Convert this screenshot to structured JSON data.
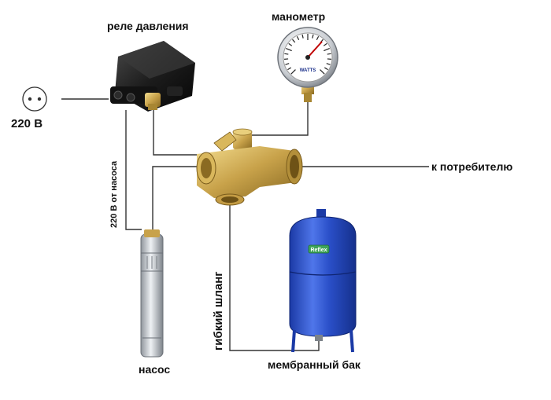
{
  "labels": {
    "pressure_switch": "реле давления",
    "manometer": "манометр",
    "voltage": "220 В",
    "to_consumer": "к потребителю",
    "pump_cable": "220 В от насоса",
    "pump": "насос",
    "flexible_hose": "гибкий шланг",
    "membrane_tank": "мембранный бак"
  },
  "brand": {
    "gauge": "WATTS",
    "tank": "Reflex"
  },
  "colors": {
    "line": "#333333",
    "tank_blue": "#2a4fc8",
    "brass": "#c8a24a",
    "relay_black": "#1a1a1a",
    "pump_steel": "#b9bec4"
  }
}
